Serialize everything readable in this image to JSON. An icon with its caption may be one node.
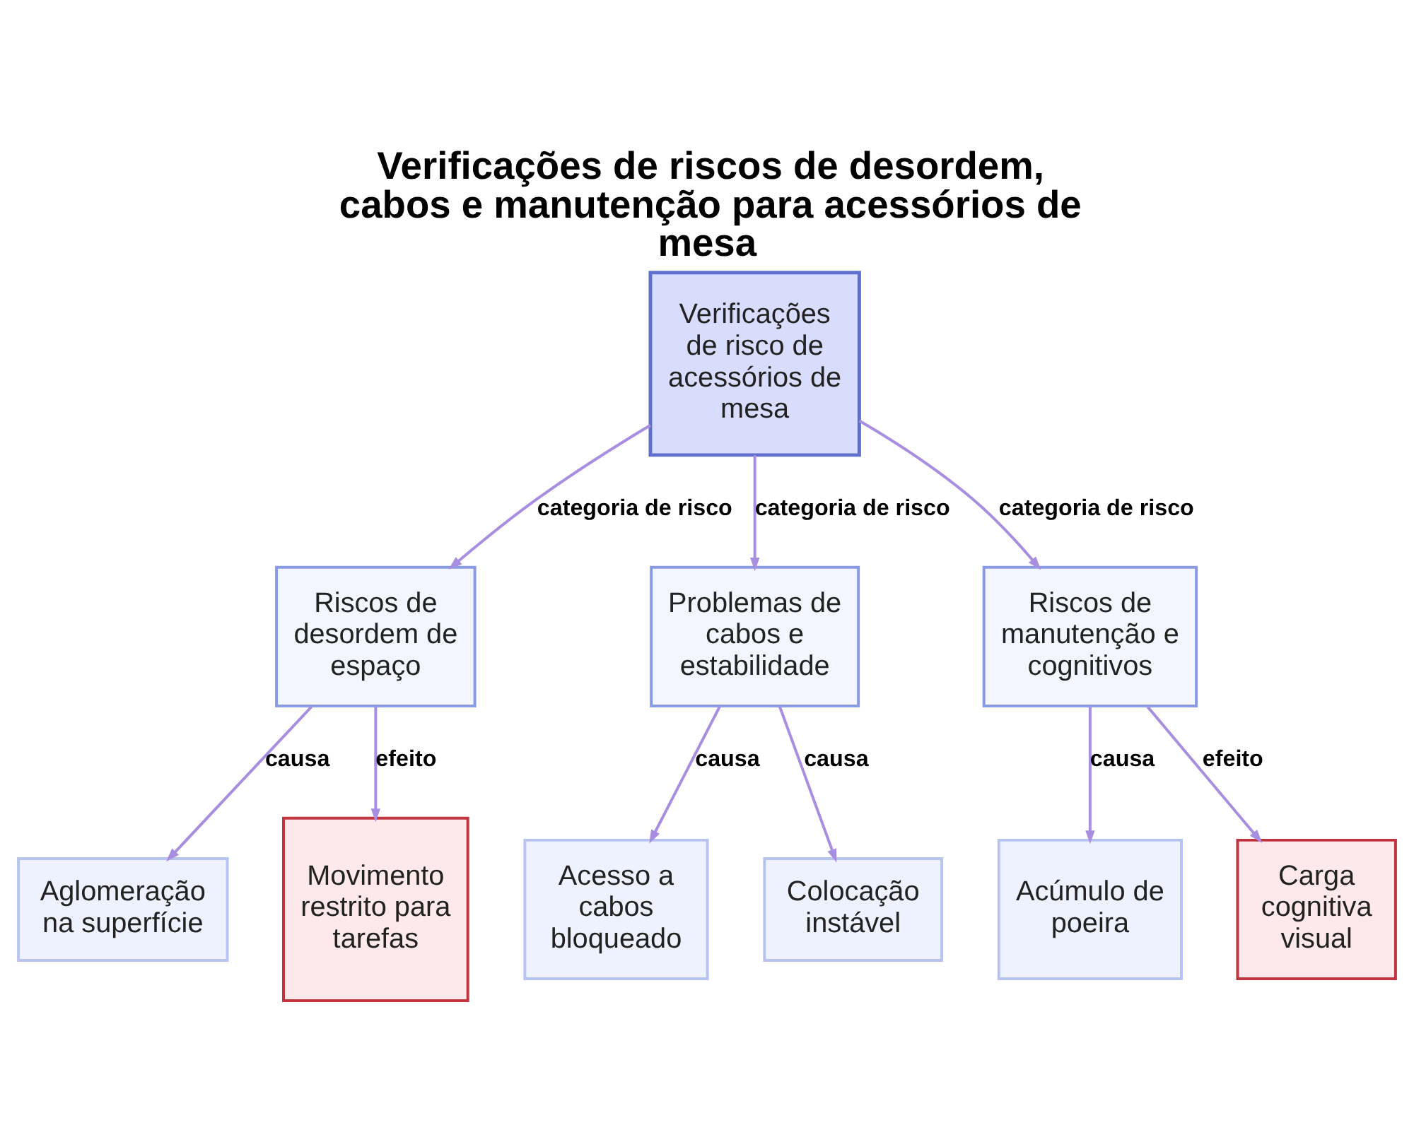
{
  "diagram": {
    "title": "Verificações de riscos de desordem, cabos e manutenção para acessórios de mesa",
    "nodes": [
      {
        "text": [
          "Verificações de risco de acessórios de mesa"
        ]
      },
      {
        "text": [
          "Riscos de desordem de espaço"
        ]
      },
      {
        "text": [
          "Problemas de cabos e estabilidade"
        ]
      },
      {
        "text": [
          "Riscos de manutenção e cognitivos"
        ]
      },
      {
        "text": [
          "Aglomeração na superfície"
        ]
      },
      {
        "text": [
          "Movimento restrito para tarefas"
        ]
      },
      {
        "text": [
          "Acesso a cabos bloqueado"
        ]
      },
      {
        "text": [
          "Colocação instável"
        ]
      },
      {
        "text": [
          "Acúmulo de poeira"
        ]
      },
      {
        "text": [
          "Carga cognitiva visual"
        ]
      }
    ],
    "edges": [
      {
        "from": 0,
        "to": 1,
        "arrow": "to",
        "label": "categoria de risco"
      },
      {
        "from": 0,
        "to": 2,
        "arrow": "to",
        "label": "categoria de risco"
      },
      {
        "from": 0,
        "to": 3,
        "arrow": "to",
        "label": "categoria de risco"
      },
      {
        "from": 1,
        "to": 4,
        "arrow": "to",
        "label": "causa"
      },
      {
        "from": 1,
        "to": 5,
        "arrow": "to",
        "label": "efeito"
      },
      {
        "from": 2,
        "to": 6,
        "arrow": "to",
        "label": "causa"
      },
      {
        "from": 2,
        "to": 7,
        "arrow": "to",
        "label": "causa"
      },
      {
        "from": 3,
        "to": 8,
        "arrow": "to",
        "label": "causa"
      },
      {
        "from": 3,
        "to": 9,
        "arrow": "to",
        "label": "efeito"
      }
    ]
  }
}
